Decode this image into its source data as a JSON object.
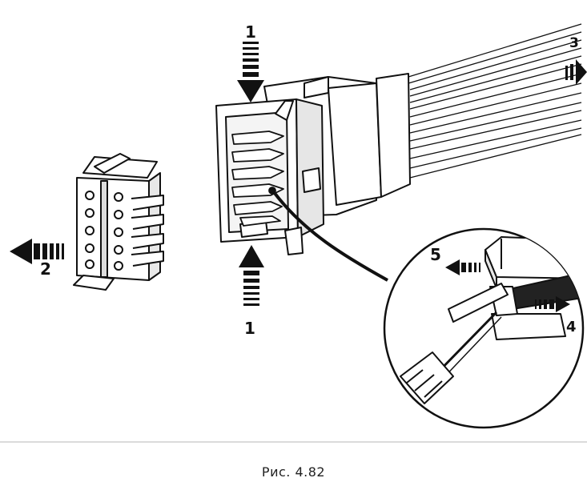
{
  "figure": {
    "caption": "Рис. 4.82",
    "callouts": {
      "top_arrow_label": "1",
      "bottom_arrow_label": "1",
      "left_arrow_label": "2",
      "wire_arrow_label": "3",
      "inset_right_label": "4",
      "inset_left_label": "5"
    }
  }
}
